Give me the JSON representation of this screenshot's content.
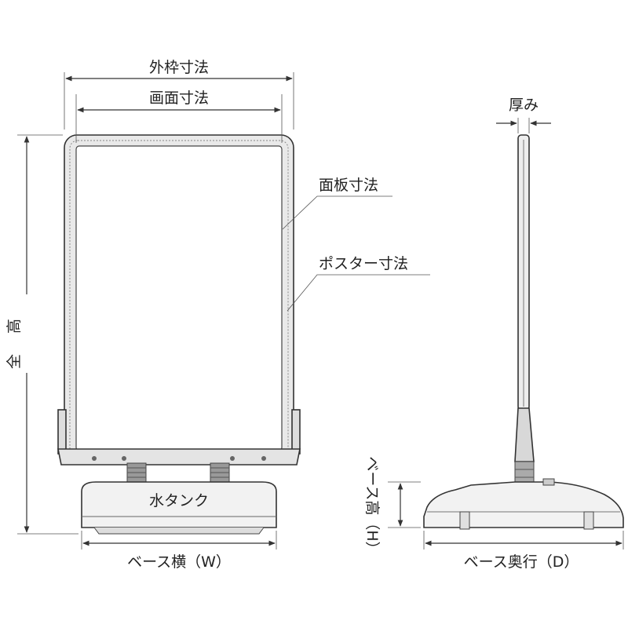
{
  "labels": {
    "outer_frame": "外枠寸法",
    "screen": "画面寸法",
    "panel": "面板寸法",
    "poster": "ポスター寸法",
    "thickness": "厚み",
    "total_height": "全高",
    "water_tank": "水タンク",
    "base_width": "ベース横（W）",
    "base_height": "ベース高（H）",
    "base_depth": "ベース奥行（D）"
  },
  "colors": {
    "line": "#333333",
    "panel_face": "#ffffff",
    "frame": "#e6e6e6",
    "base_fill": "#f2f2f2",
    "dotted": "#888888"
  }
}
